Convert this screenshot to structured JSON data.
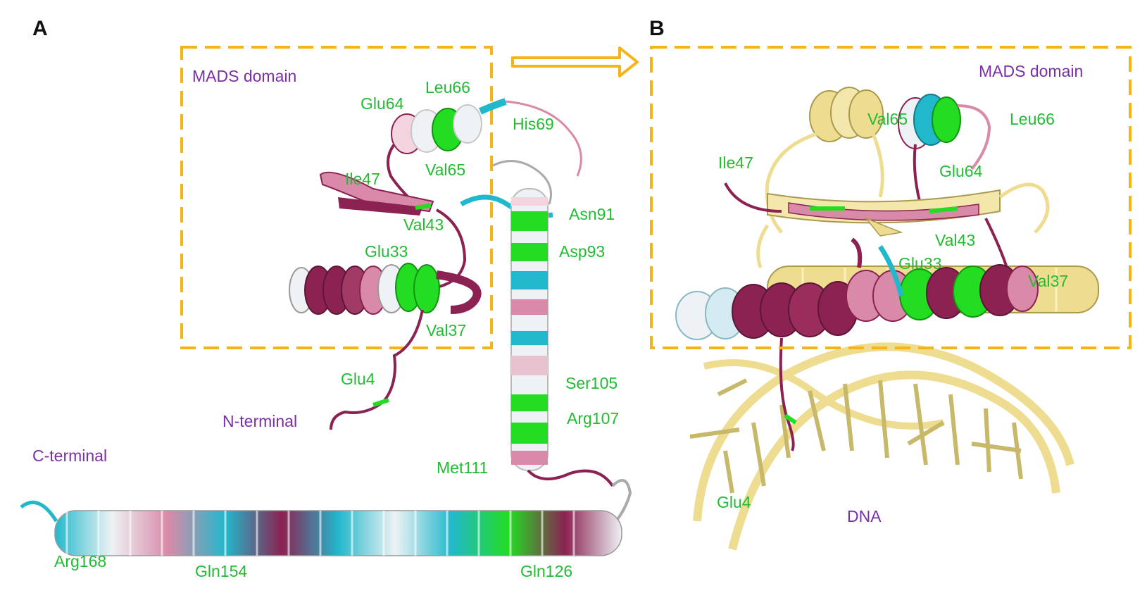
{
  "panels": {
    "a": {
      "letter": "A",
      "box_label": "MADS domain",
      "residues": {
        "leu66": "Leu66",
        "glu64": "Glu64",
        "his69": "His69",
        "ile47": "Ile47",
        "val65": "Val65",
        "asn91": "Asn91",
        "val43": "Val43",
        "glu33": "Glu33",
        "asp93": "Asp93",
        "val37": "Val37",
        "glu4": "Glu4",
        "ser105": "Ser105",
        "arg107": "Arg107",
        "met111": "Met111",
        "arg168": "Arg168",
        "gln154": "Gln154",
        "gln126": "Gln126"
      },
      "n_terminal": "N-terminal",
      "c_terminal": "C-terminal"
    },
    "b": {
      "letter": "B",
      "box_label": "MADS domain",
      "residues": {
        "val65": "Val65",
        "leu66": "Leu66",
        "ile47": "Ile47",
        "glu64": "Glu64",
        "val43": "Val43",
        "glu33": "Glu33",
        "val37": "Val37",
        "glu4": "Glu4"
      },
      "dna": "DNA"
    }
  },
  "colors": {
    "highlight_box": "#f5b517",
    "residue_label": "#22bb33",
    "terminus_label": "#7a2fa8",
    "maroon": "#8b2252",
    "pink": "#d98aa8",
    "cyan": "#22b8cc",
    "green": "#22dd22",
    "white": "#eef2f4",
    "dna_yellow": "#eedd90"
  }
}
